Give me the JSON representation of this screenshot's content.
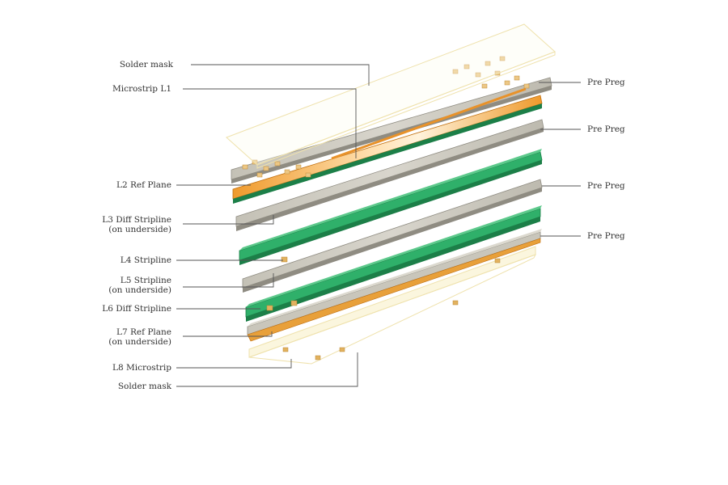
{
  "labels_left": [
    "Solder mask",
    "Microstrip L1",
    "L2 Ref Plane",
    "L3 Diff Stripline",
    "(on underside)",
    "L4 Stripline",
    "L5 Stripline",
    "(on underside)",
    "L6 Diff Stripline",
    "L7 Ref Plane",
    "(on underside)",
    "L8 Microstrip",
    "Solder mask"
  ],
  "labels_right": [
    "Pre Preg",
    "Pre Preg",
    "Pre Preg",
    "Pre Preg"
  ],
  "colors": {
    "solder_mask_outline": "#f0e6b8",
    "core_gray": "#c9c6bb",
    "core_gray_edge": "#8f8c82",
    "copper_orange": "#ef9a2c",
    "copper_edge": "#c06f10",
    "green_layer": "#2fb06a",
    "green_edge": "#1c7f48",
    "pad_gold": "#e2b25f"
  }
}
